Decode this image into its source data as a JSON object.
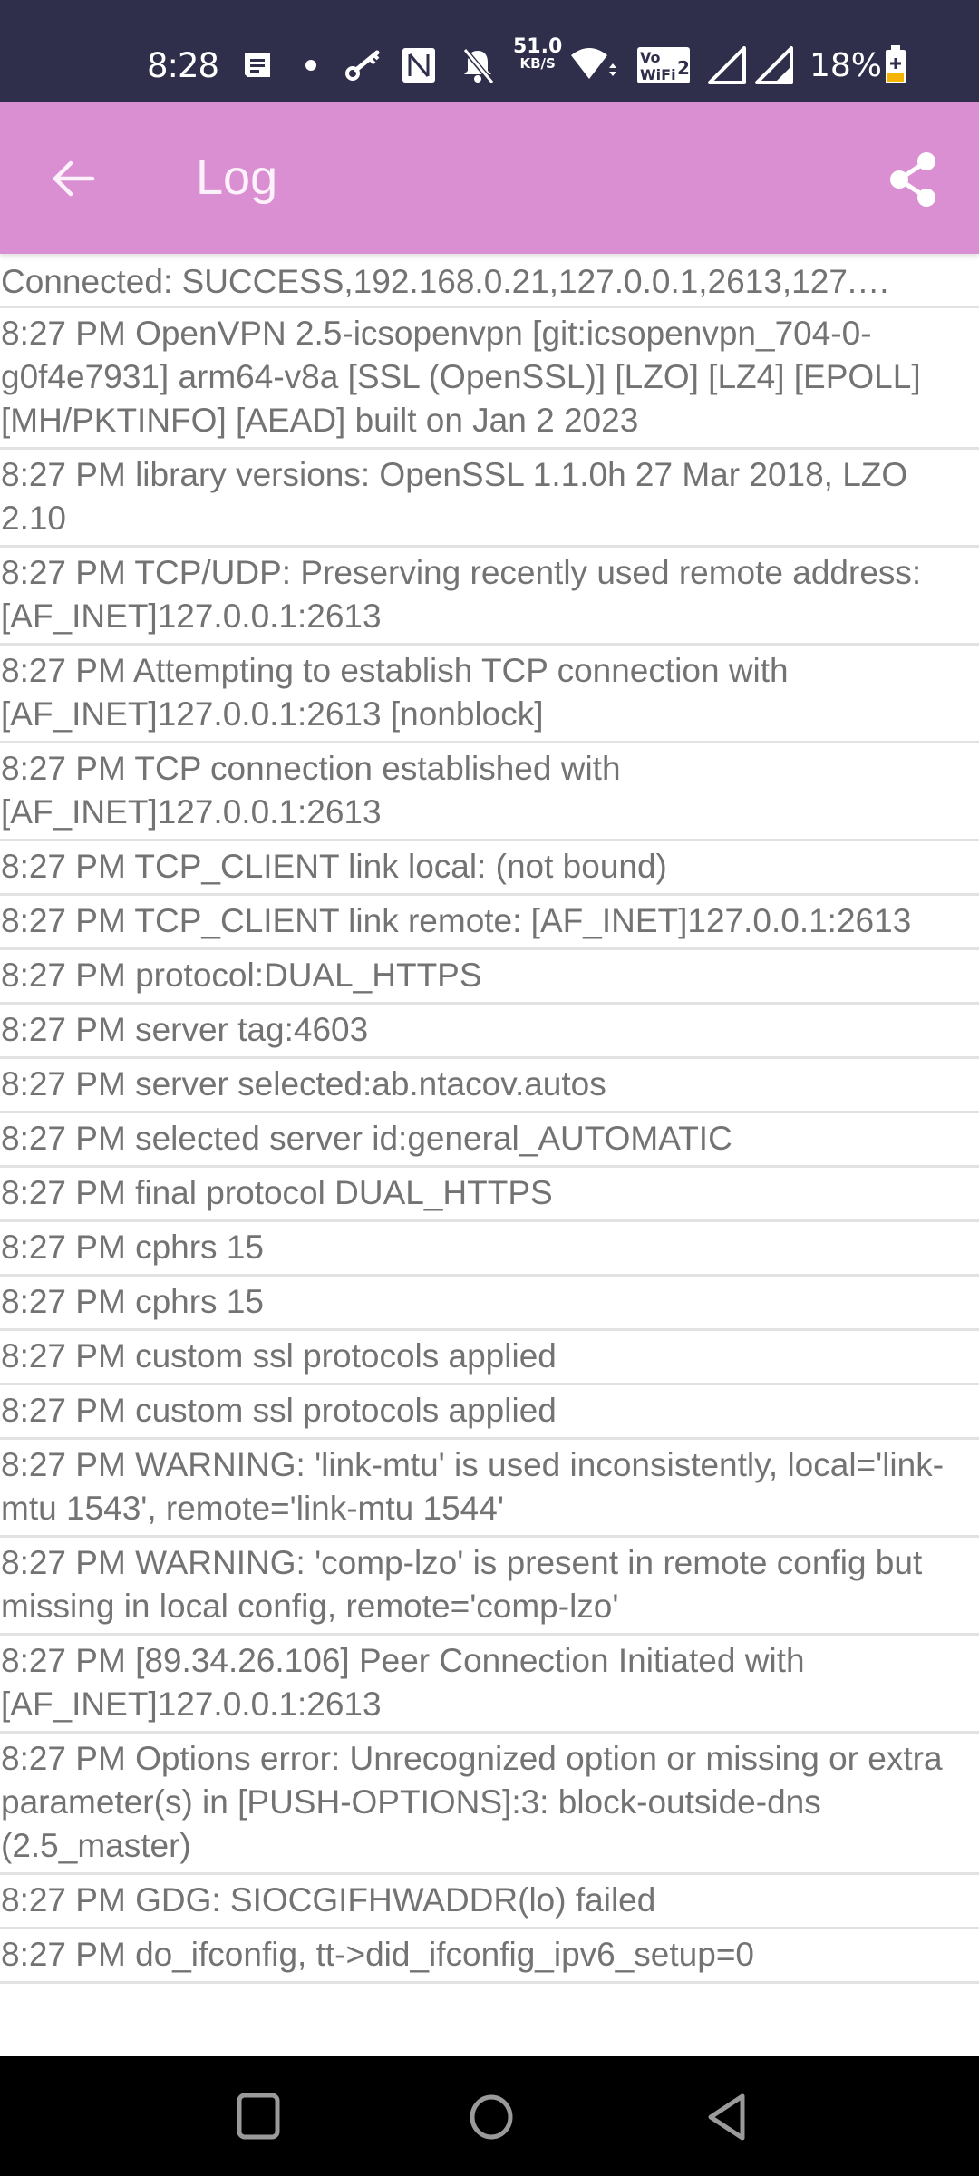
{
  "status_bar": {
    "time": "8:28",
    "icons": [
      "message-icon",
      "dot-icon",
      "vpn-key-icon",
      "nfc-icon",
      "bell-muted-icon",
      "network-speed",
      "wifi-icon",
      "vowifi-icon",
      "signal-icon",
      "signal-icon",
      "battery-icon"
    ],
    "network_speed_value": "51.0",
    "network_speed_unit": "KB/S",
    "vowifi_label": "Vo WiFi 2",
    "battery_percent": "18%",
    "colors": {
      "background": "#2f2e4b",
      "battery_level": "#f4b400"
    }
  },
  "app_bar": {
    "title": "Log",
    "back_icon": "arrow-back-icon",
    "share_icon": "share-icon",
    "colors": {
      "background": "#da8fd2",
      "foreground": "#ffffff"
    }
  },
  "log": {
    "entries": [
      "Connected: SUCCESS,192.168.0.21,127.0.0.1,2613,127.…",
      "8:27 PM OpenVPN 2.5-icsopenvpn [git:icsopenvpn_704-0-g0f4e7931] arm64-v8a [SSL (OpenSSL)] [LZO] [LZ4] [EPOLL] [MH/PKTINFO] [AEAD] built on Jan  2 2023",
      "8:27 PM library versions: OpenSSL 1.1.0h  27 Mar 2018, LZO 2.10",
      "8:27 PM TCP/UDP: Preserving recently used remote address: [AF_INET]127.0.0.1:2613",
      "8:27 PM Attempting to establish TCP connection with [AF_INET]127.0.0.1:2613 [nonblock]",
      "8:27 PM TCP connection established with [AF_INET]127.0.0.1:2613",
      "8:27 PM TCP_CLIENT link local: (not bound)",
      "8:27 PM TCP_CLIENT link remote: [AF_INET]127.0.0.1:2613",
      "8:27 PM protocol:DUAL_HTTPS",
      "8:27 PM server tag:4603",
      "8:27 PM server selected:ab.ntacov.autos",
      "8:27 PM selected server id:general_AUTOMATIC",
      "8:27 PM final protocol DUAL_HTTPS",
      "8:27 PM cphrs 15",
      "8:27 PM cphrs 15",
      "8:27 PM custom ssl protocols applied",
      "8:27 PM custom ssl protocols applied",
      "8:27 PM WARNING: 'link-mtu' is used inconsistently, local='link-mtu 1543', remote='link-mtu 1544'",
      "8:27 PM WARNING: 'comp-lzo' is present in remote config but missing in local config, remote='comp-lzo'",
      "8:27 PM [89.34.26.106] Peer Connection Initiated with [AF_INET]127.0.0.1:2613",
      "8:27 PM Options error: Unrecognized option or missing or extra parameter(s) in [PUSH-OPTIONS]:3: block-outside-dns (2.5_master)",
      "8:27 PM GDG: SIOCGIFHWADDR(lo) failed",
      "8:27 PM do_ifconfig, tt->did_ifconfig_ipv6_setup=0"
    ],
    "colors": {
      "text": "#737373",
      "divider": "#e2e2e2"
    }
  },
  "nav_bar": {
    "buttons": [
      "recents-button",
      "home-button",
      "back-button"
    ]
  }
}
